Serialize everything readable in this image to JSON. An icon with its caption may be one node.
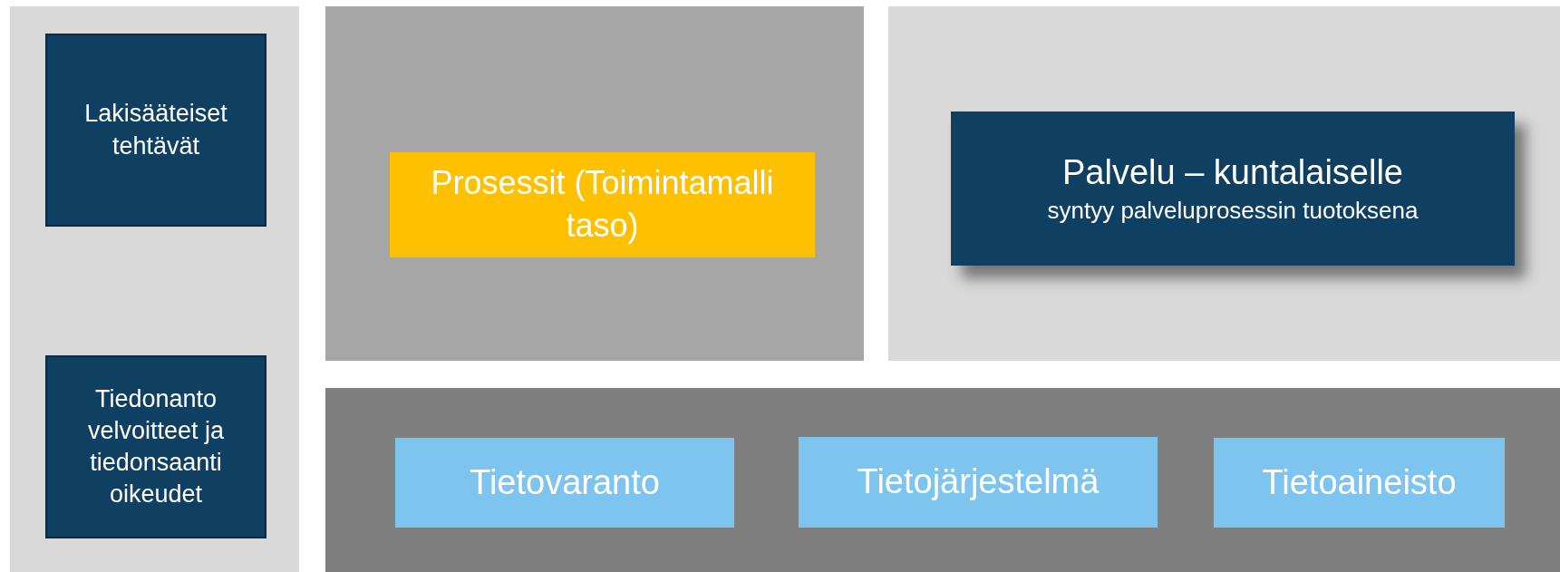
{
  "diagram": {
    "nodes": [
      {
        "text": [],
        "shape": "box"
      },
      {
        "text": [
          "Lakisääteiset tehtävät"
        ],
        "in": 0
      },
      {
        "text": [
          "Tiedonanto velvoitteet ja tiedonsaanti oikeudet"
        ],
        "in": 0
      },
      {
        "text": [],
        "shape": "box"
      },
      {
        "text": [
          "Prosessit (Toimintamalli taso)"
        ],
        "in": 3
      },
      {
        "text": [],
        "shape": "box"
      },
      {
        "text": [
          "Palvelu – kuntalaiselle",
          "syntyy palveluprosessin tuotoksena"
        ],
        "in": 5
      },
      {
        "text": [],
        "shape": "box"
      },
      {
        "text": [
          "Tietovaranto"
        ],
        "in": 7
      },
      {
        "text": [
          "Tietojärjestelmä"
        ],
        "in": 7
      },
      {
        "text": [
          "Tietoaineisto"
        ],
        "in": 7
      }
    ],
    "edges": []
  }
}
